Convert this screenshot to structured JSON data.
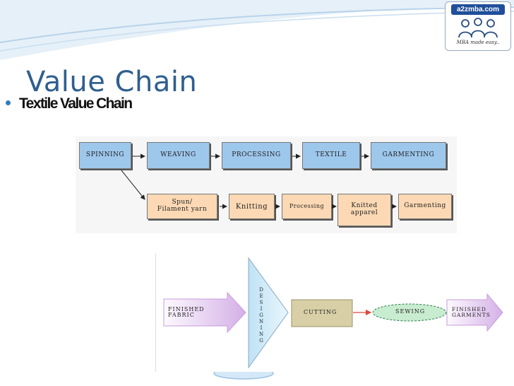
{
  "slide": {
    "title": "Value Chain",
    "bullet": "Textile Value Chain"
  },
  "logo": {
    "label": "a2zmba.com",
    "tagline": "MBA made easy..",
    "icon": "people-group-icon"
  },
  "textile_chain": {
    "top_row": [
      "SPINNING",
      "WEAVING",
      "PROCESSING",
      "TEXTILE",
      "GARMENTING"
    ],
    "bottom_row": [
      {
        "line1": "Spun/",
        "line2": "Filament yarn"
      },
      {
        "line1": "Knitting",
        "line2": ""
      },
      {
        "line1": "Processing",
        "line2": ""
      },
      {
        "line1": "Knitted",
        "line2": "apparel"
      },
      {
        "line1": "Garmenting",
        "line2": ""
      }
    ],
    "top_color": "#9ec7ec",
    "bottom_color": "#fcd9b4"
  },
  "garment_process": {
    "input": {
      "line1": "FINISHED",
      "line2": "FABRIC"
    },
    "designing": "DESIGNING",
    "cutting": "CUTTING",
    "sewing": "SEWING",
    "output": {
      "line1": "FINISHED",
      "line2": "GARMENTS"
    },
    "arrow_color": "#d9b8e8",
    "cutting_color": "#d8cfa6",
    "sewing_color": "#c8ecd0",
    "connector_color": "#e0463c"
  }
}
